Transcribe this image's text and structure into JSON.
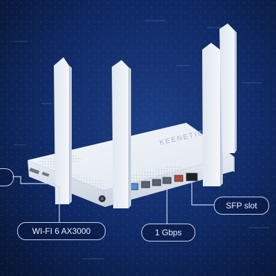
{
  "photo": {
    "labels": {
      "wifi": "WI-FI 6 AX3000",
      "ethernet": "1 Gbps",
      "sfp": "SFP slot"
    },
    "brand_text": "KEENETIC",
    "colors": {
      "background": "#0a1c48",
      "router_body": "#e8edf4",
      "lan_port_blue": "#4a8fd8",
      "lan_port_grey": "#5b6270",
      "wan_port_red": "#b5483a",
      "label_border": "#c9d7f2"
    }
  }
}
